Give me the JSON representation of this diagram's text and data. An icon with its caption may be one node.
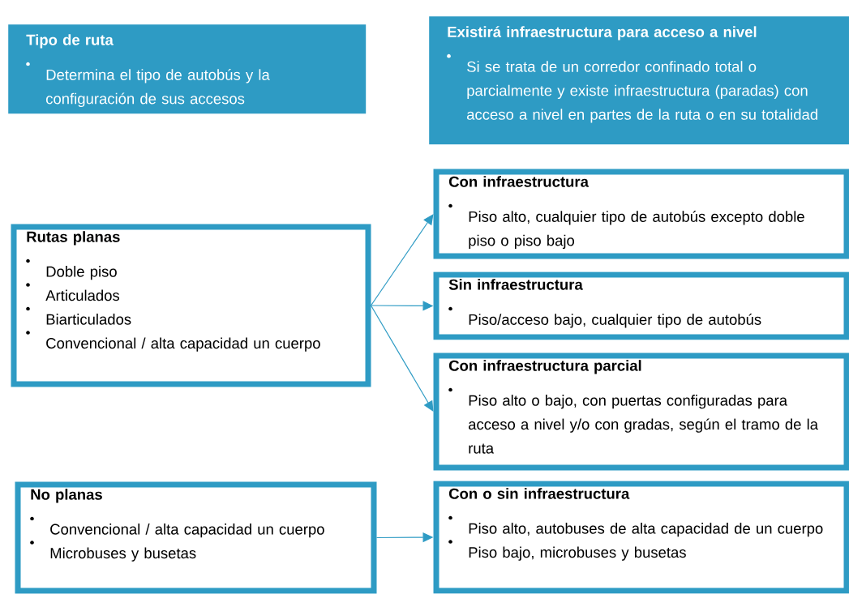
{
  "diagram": {
    "nodes": [
      {
        "text": [
          "Tipo de ruta",
          "Determina el tipo de autobús y la configuración de sus accesos"
        ]
      },
      {
        "text": [
          "Existirá infraestructura para acceso a nivel",
          "Si se trata de un corredor confinado total o parcialmente y existe infraestructura (paradas) con acceso a nivel en partes de la ruta o en su totalidad"
        ]
      },
      {
        "text": [
          "Rutas planas",
          "Doble piso",
          "Articulados",
          "Biarticulados",
          "Convencional / alta capacidad un cuerpo"
        ]
      },
      {
        "text": [
          "Con infraestructura",
          "Piso alto, cualquier tipo de autobús excepto doble piso o piso bajo"
        ]
      },
      {
        "text": [
          "Sin infraestructura",
          "Piso/acceso bajo, cualquier tipo de autobús"
        ]
      },
      {
        "text": [
          "Con infraestructura parcial",
          "Piso alto o bajo, con puertas configuradas para acceso a nivel y/o con gradas, según el tramo de la ruta"
        ]
      },
      {
        "text": [
          "No planas",
          "Convencional / alta capacidad un cuerpo",
          "Microbuses y busetas"
        ]
      },
      {
        "text": [
          "Con o sin infraestructura",
          "Piso alto, autobuses de alta capacidad de un cuerpo",
          "Piso bajo, microbuses y busetas"
        ]
      }
    ],
    "edges": [
      {
        "from": 2,
        "to": 3,
        "arrow": "to"
      },
      {
        "from": 2,
        "to": 4,
        "arrow": "to"
      },
      {
        "from": 2,
        "to": 5,
        "arrow": "to"
      },
      {
        "from": 6,
        "to": 7,
        "arrow": "to"
      }
    ]
  }
}
